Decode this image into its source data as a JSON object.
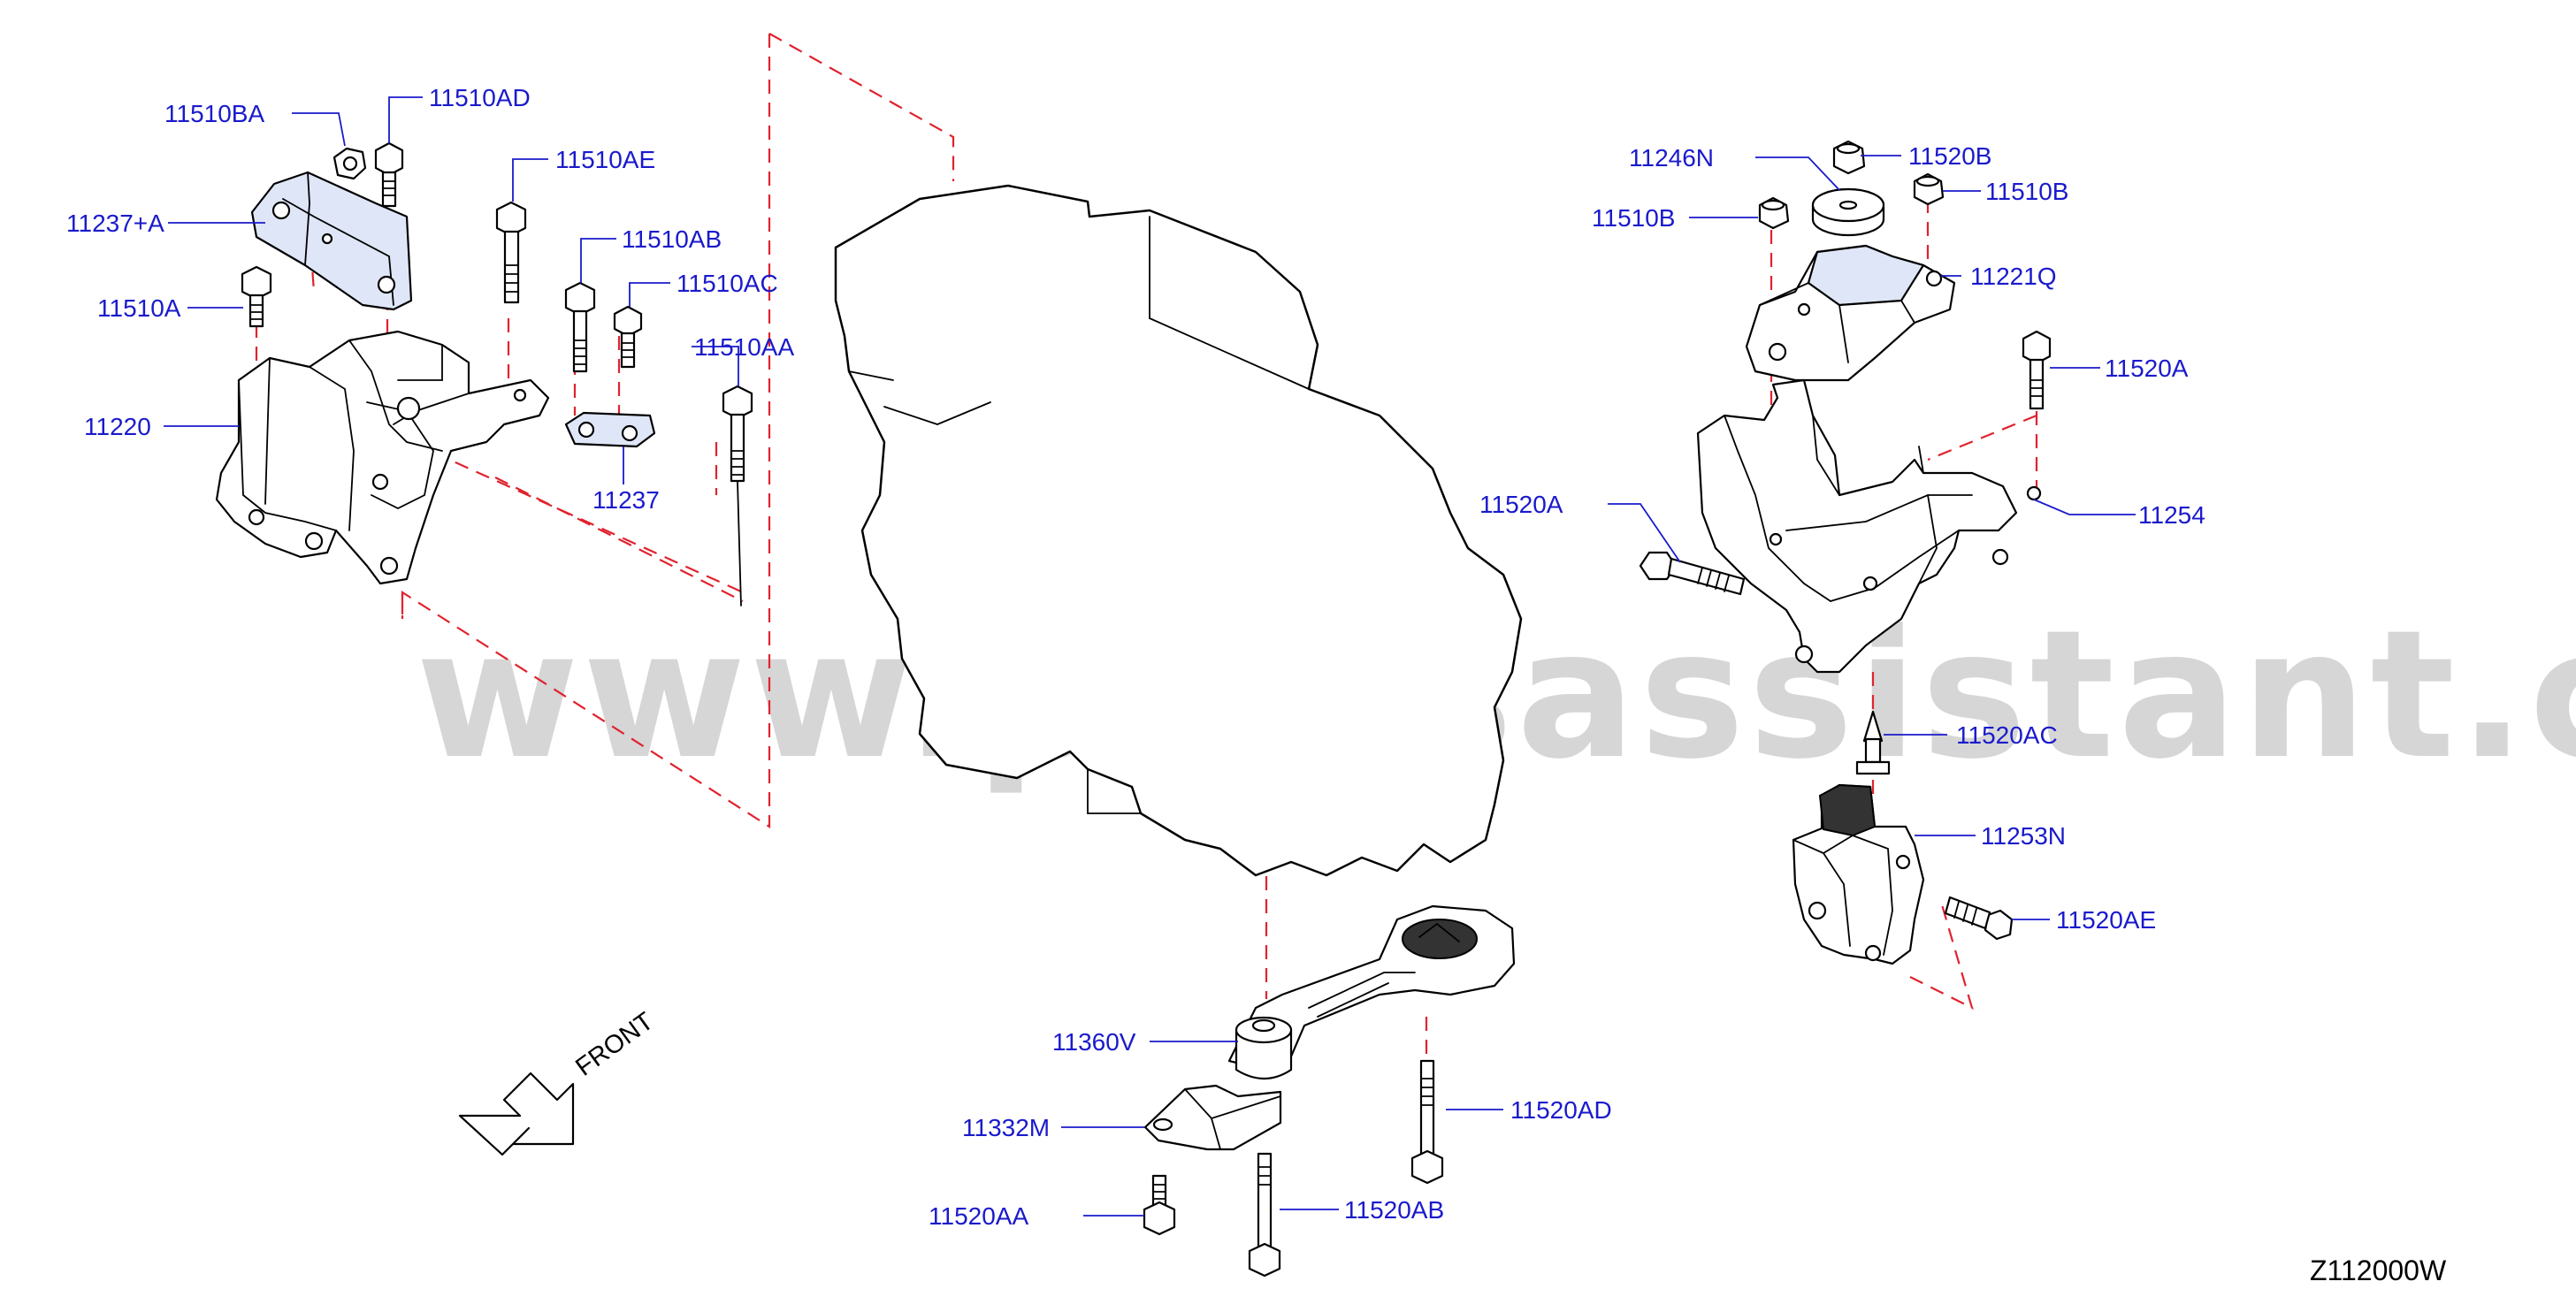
{
  "watermark": "www.partsassistant.com",
  "diagram_code": "Z112000W",
  "front_label": "FRONT",
  "colors": {
    "label": "#1a1acc",
    "dash_line": "#e0232e",
    "line_art": "#000000",
    "watermark": "#d6d6d6"
  },
  "labels": {
    "p11510BA": "11510BA",
    "p11510AD": "11510AD",
    "p11510AE": "11510AE",
    "p11237A": "11237+A",
    "p11510AB": "11510AB",
    "p11510AC": "11510AC",
    "p11510A": "11510A",
    "p11510AA": "11510AA",
    "p11220": "11220",
    "p11237": "11237",
    "p11246N": "11246N",
    "p11520B": "11520B",
    "p11510B_left": "11510B",
    "p11510B_right": "11510B",
    "p11221Q": "11221Q",
    "p11520A_right": "11520A",
    "p11520A_left": "11520A",
    "p11254": "11254",
    "p11520AC": "11520AC",
    "p11253N": "11253N",
    "p11520AE": "11520AE",
    "p11360V": "11360V",
    "p11332M": "11332M",
    "p11520AD": "11520AD",
    "p11520AA": "11520AA",
    "p11520AB": "11520AB"
  }
}
